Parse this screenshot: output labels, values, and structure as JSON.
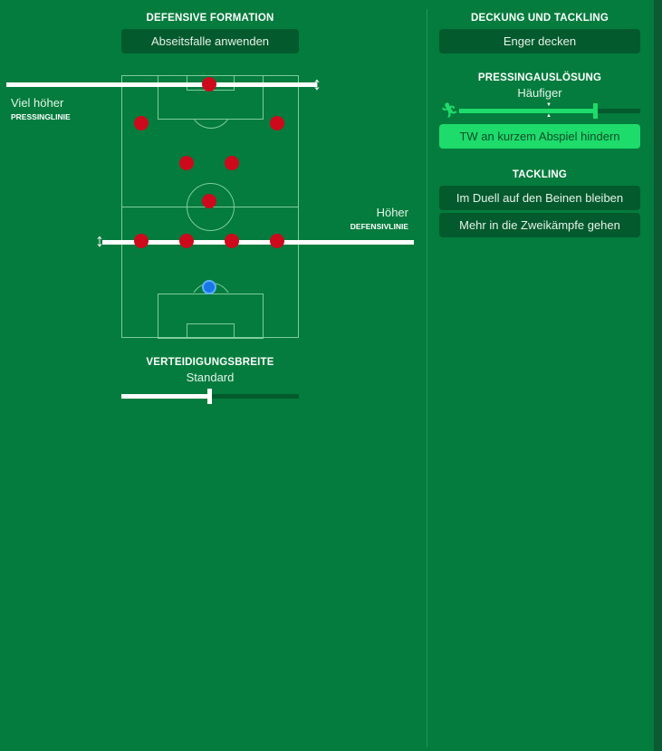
{
  "left": {
    "formation_title": "DEFENSIVE FORMATION",
    "offside_button": "Abseitsfalle anwenden",
    "pressing_line": {
      "value": "Viel höher",
      "label": "PRESSINGLINIE"
    },
    "defensive_line": {
      "value": "Höher",
      "label": "DEFENSIVLINIE"
    },
    "width": {
      "title": "VERTEIDIGUNGSBREITE",
      "value": "Standard",
      "level_percent": 50
    }
  },
  "right": {
    "marking_title": "DECKUNG UND TACKLING",
    "marking_button": "Enger decken",
    "pressing_title": "PRESSINGAUSLÖSUNG",
    "pressing_value": "Häufiger",
    "pressing_level_percent": 75,
    "gk_button": "TW an kurzem Abspiel hindern",
    "tackling_title": "TACKLING",
    "tackling_buttons": [
      "Im Duell auf den Beinen bleiben",
      "Mehr in die Zweikämpfe gehen"
    ]
  },
  "colors": {
    "background": "#037c3d",
    "player": "#cc0a1c",
    "goalkeeper": "#1976e8",
    "accent": "#1ddc6b"
  }
}
